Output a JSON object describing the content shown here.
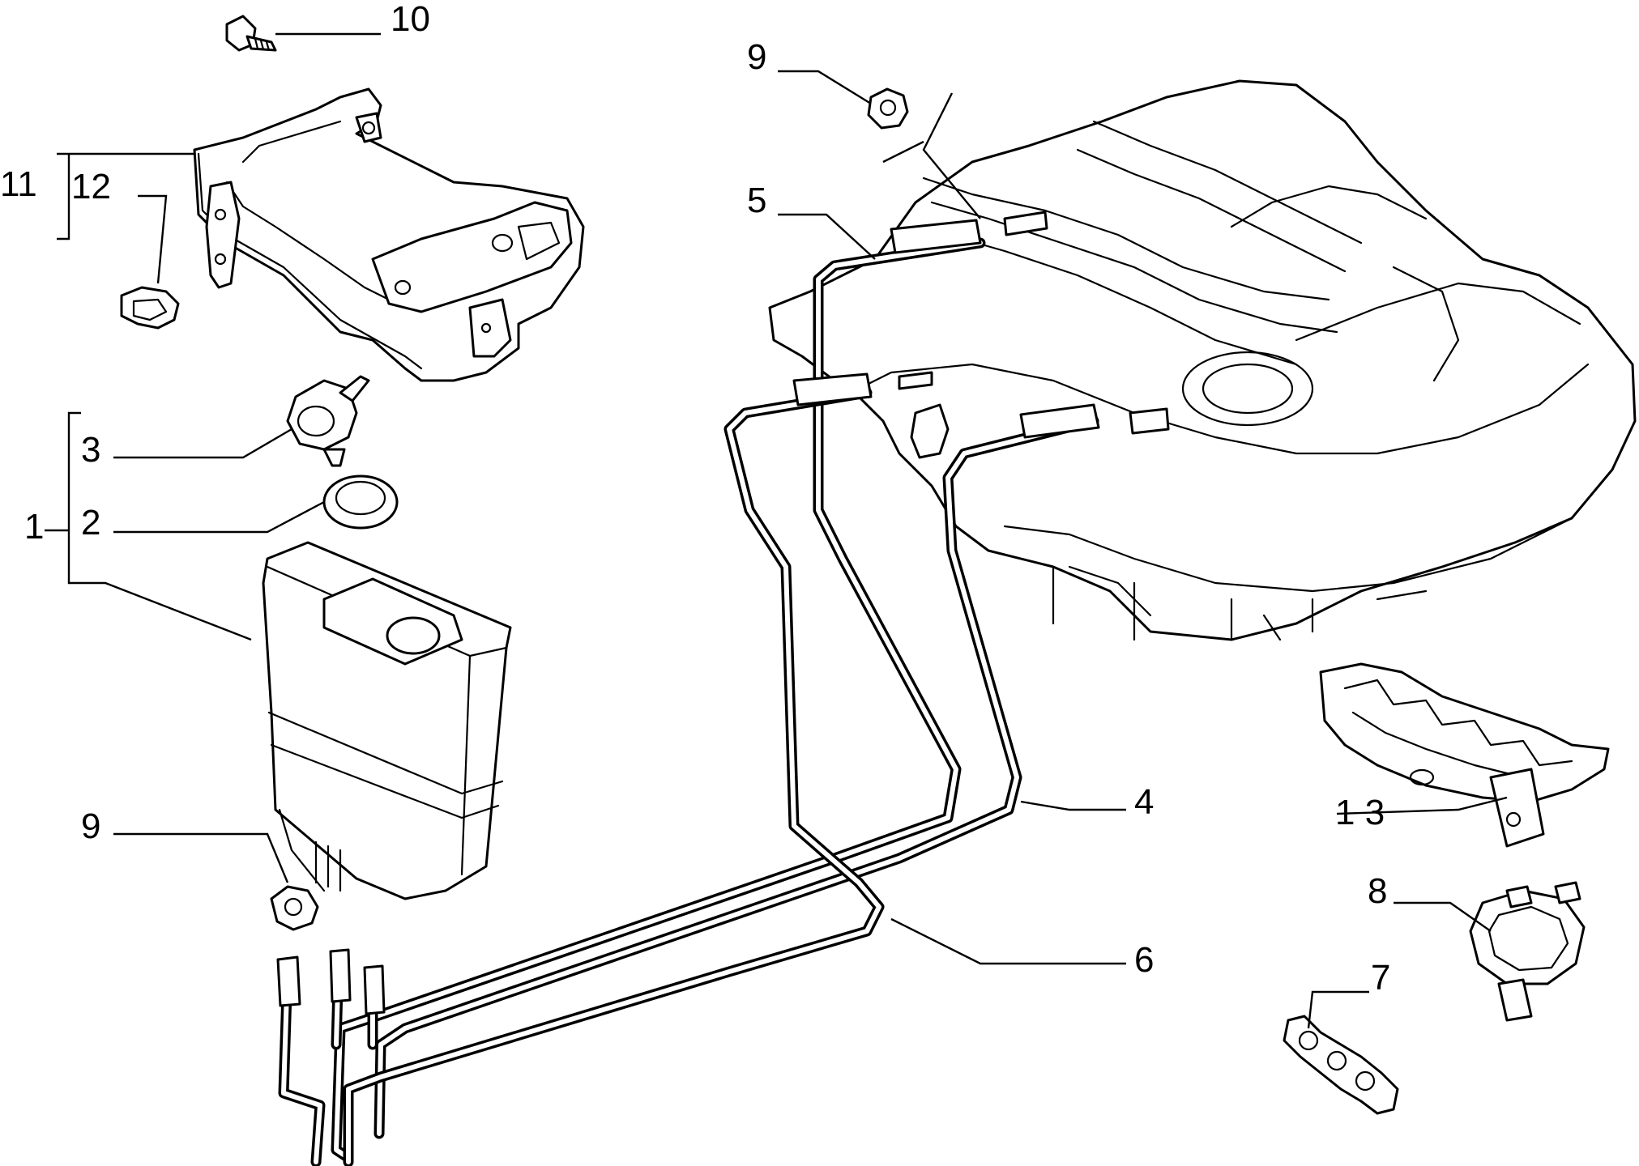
{
  "callouts": [
    {
      "id": "c10",
      "label": "10"
    },
    {
      "id": "c11",
      "label": "11"
    },
    {
      "id": "c12",
      "label": "12"
    },
    {
      "id": "c9a",
      "label": "9"
    },
    {
      "id": "c5",
      "label": "5"
    },
    {
      "id": "c3",
      "label": "3"
    },
    {
      "id": "c2",
      "label": "2"
    },
    {
      "id": "c1",
      "label": "1"
    },
    {
      "id": "c9b",
      "label": "9"
    },
    {
      "id": "c4",
      "label": "4"
    },
    {
      "id": "c13",
      "label": "1 3"
    },
    {
      "id": "c8",
      "label": "8"
    },
    {
      "id": "c6",
      "label": "6"
    },
    {
      "id": "c7",
      "label": "7"
    }
  ]
}
